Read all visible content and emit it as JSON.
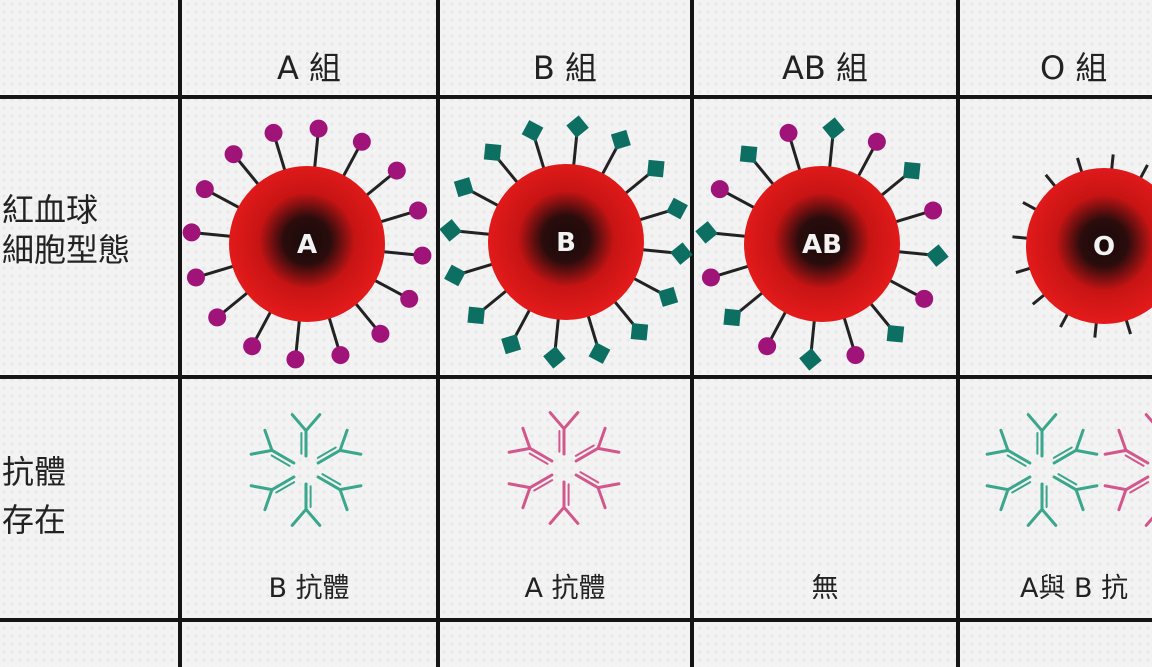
{
  "headers": [
    "A 組",
    "B 組",
    "AB 組",
    "O 組"
  ],
  "row_labels": {
    "rbc": [
      "紅血球",
      "細胞型態"
    ],
    "antibody": [
      "抗體",
      "存在"
    ]
  },
  "cell_letters": [
    "A",
    "B",
    "AB",
    "O"
  ],
  "antibody_captions": [
    "B 抗體",
    "A 抗體",
    "無",
    "A與 B 抗"
  ],
  "colors": {
    "cell_red": "#e21a1a",
    "cell_core": "#1a0a0a",
    "antigen_a": "#a0147a",
    "antigen_b": "#0d6e62",
    "antibody_teal": "#3aa68c",
    "antibody_pink": "#d2588c",
    "grid": "#141414"
  },
  "antigen_types": [
    "circle-antigen-icon",
    "square-antigen-icon",
    "mixed-antigen-icon",
    "no-antigen-icon"
  ],
  "antibody_types": [
    "teal-antibody-icon",
    "pink-antibody-icon",
    "none",
    "teal-pink-antibody-icon"
  ]
}
